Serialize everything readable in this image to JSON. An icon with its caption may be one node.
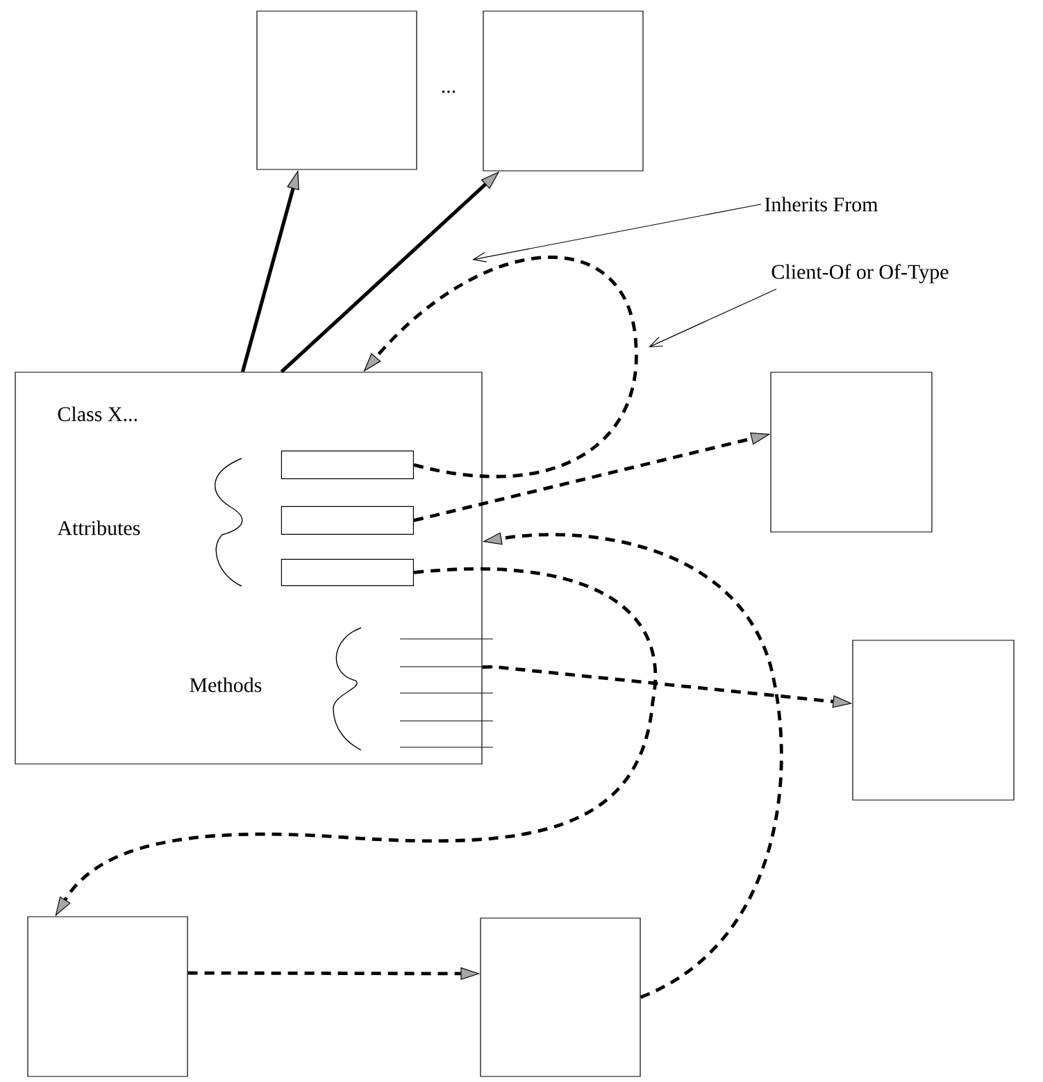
{
  "diagram": {
    "nodes": [
      {
        "text": [],
        "shape": "box"
      },
      {
        "text": [],
        "shape": "box"
      },
      {
        "text": [
          "Class X...",
          "Attributes",
          "Methods"
        ]
      },
      {
        "text": [],
        "shape": "box",
        "in": 2
      },
      {
        "text": [],
        "shape": "box",
        "in": 2
      },
      {
        "text": [],
        "shape": "box",
        "in": 2
      },
      {
        "text": [],
        "shape": "box"
      },
      {
        "text": [],
        "shape": "box"
      },
      {
        "text": [],
        "shape": "box"
      },
      {
        "text": [],
        "shape": "box"
      },
      {
        "text": [
          "Inherits From"
        ]
      },
      {
        "text": [
          "Client-Of or Of-Type"
        ]
      }
    ],
    "edges": [
      {
        "from": 2,
        "to": 0,
        "arrow": "to"
      },
      {
        "from": 2,
        "to": 1,
        "arrow": "to"
      },
      {
        "from": 3,
        "to": 2,
        "arrow": "to",
        "style": "dashed"
      },
      {
        "from": 4,
        "to": 6,
        "arrow": "to",
        "style": "dashed"
      },
      {
        "from": 5,
        "to": 8,
        "arrow": "to",
        "style": "dashed"
      },
      {
        "from": 2,
        "to": 7,
        "arrow": "to",
        "style": "dashed"
      },
      {
        "from": 8,
        "to": 9,
        "arrow": "to",
        "style": "dashed"
      },
      {
        "from": 9,
        "to": 2,
        "arrow": "to",
        "style": "dashed"
      },
      {
        "from": 10,
        "to": null,
        "arrow": "to"
      },
      {
        "from": 11,
        "to": null,
        "arrow": "to"
      }
    ],
    "labels": [
      "..."
    ]
  }
}
